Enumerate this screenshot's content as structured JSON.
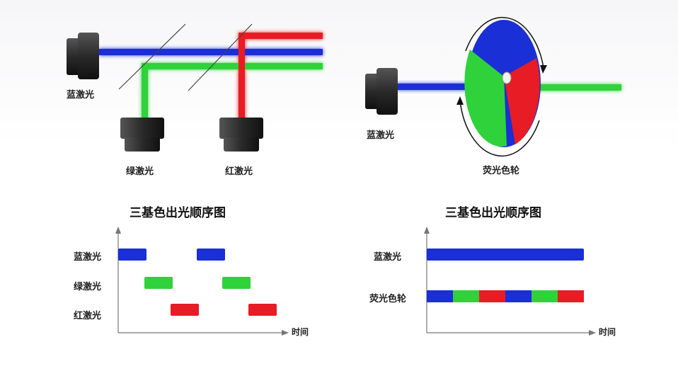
{
  "left_diagram": {
    "blue_laser_label": "蓝激光",
    "green_laser_label": "绿激光",
    "red_laser_label": "红激光"
  },
  "right_diagram": {
    "blue_laser_label": "蓝激光",
    "wheel_label": "荧光色轮"
  },
  "left_timing": {
    "title": "三基色出光顺序图",
    "rows": [
      "蓝激光",
      "绿激光",
      "红激光"
    ],
    "axis_label": "时间"
  },
  "right_timing": {
    "title": "三基色出光顺序图",
    "rows": [
      "蓝激光",
      "荧光色轮"
    ],
    "axis_label": "时间"
  },
  "colors": {
    "blue": "#1a2fd6",
    "green": "#2fd23a",
    "red": "#e81c24",
    "housing": "#2b2b2b"
  }
}
